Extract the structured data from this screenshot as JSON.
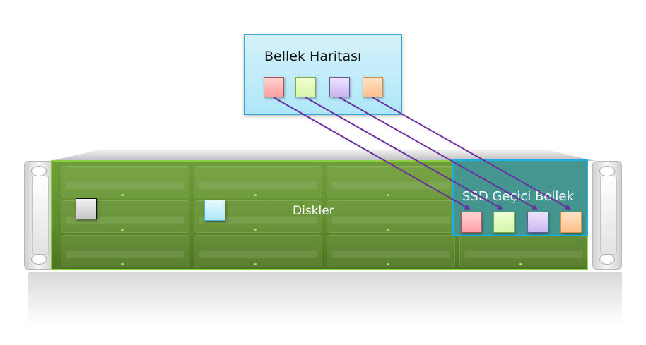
{
  "memory_map": {
    "title": "Bellek Haritası",
    "blocks": [
      {
        "name": "red",
        "color": "#ffb3b6"
      },
      {
        "name": "green",
        "color": "#e3fabd"
      },
      {
        "name": "purple",
        "color": "#d9ccf5"
      },
      {
        "name": "orange",
        "color": "#ffd1a8"
      }
    ]
  },
  "disks": {
    "label": "Diskler",
    "blocks": [
      {
        "name": "gray",
        "color": "#dcdcdc"
      },
      {
        "name": "blue",
        "color": "#c9effd"
      }
    ],
    "area_color": "#66963a",
    "border_color": "#8ccf3e"
  },
  "ssd_cache": {
    "label": "SSD Geçici Bellek",
    "blocks": [
      {
        "name": "red",
        "color": "#ffb3b6"
      },
      {
        "name": "green",
        "color": "#e3fabd"
      },
      {
        "name": "purple",
        "color": "#d9ccf5"
      },
      {
        "name": "orange",
        "color": "#ffd1a8"
      }
    ],
    "border_color": "#18b0e8",
    "fill_color": "#429698"
  },
  "arrows": {
    "color": "#6a2fa0",
    "mappings": [
      {
        "from": "memory_map.red",
        "to": "ssd_cache.red"
      },
      {
        "from": "memory_map.green",
        "to": "ssd_cache.green"
      },
      {
        "from": "memory_map.purple",
        "to": "ssd_cache.purple"
      },
      {
        "from": "memory_map.orange",
        "to": "ssd_cache.orange"
      }
    ]
  }
}
